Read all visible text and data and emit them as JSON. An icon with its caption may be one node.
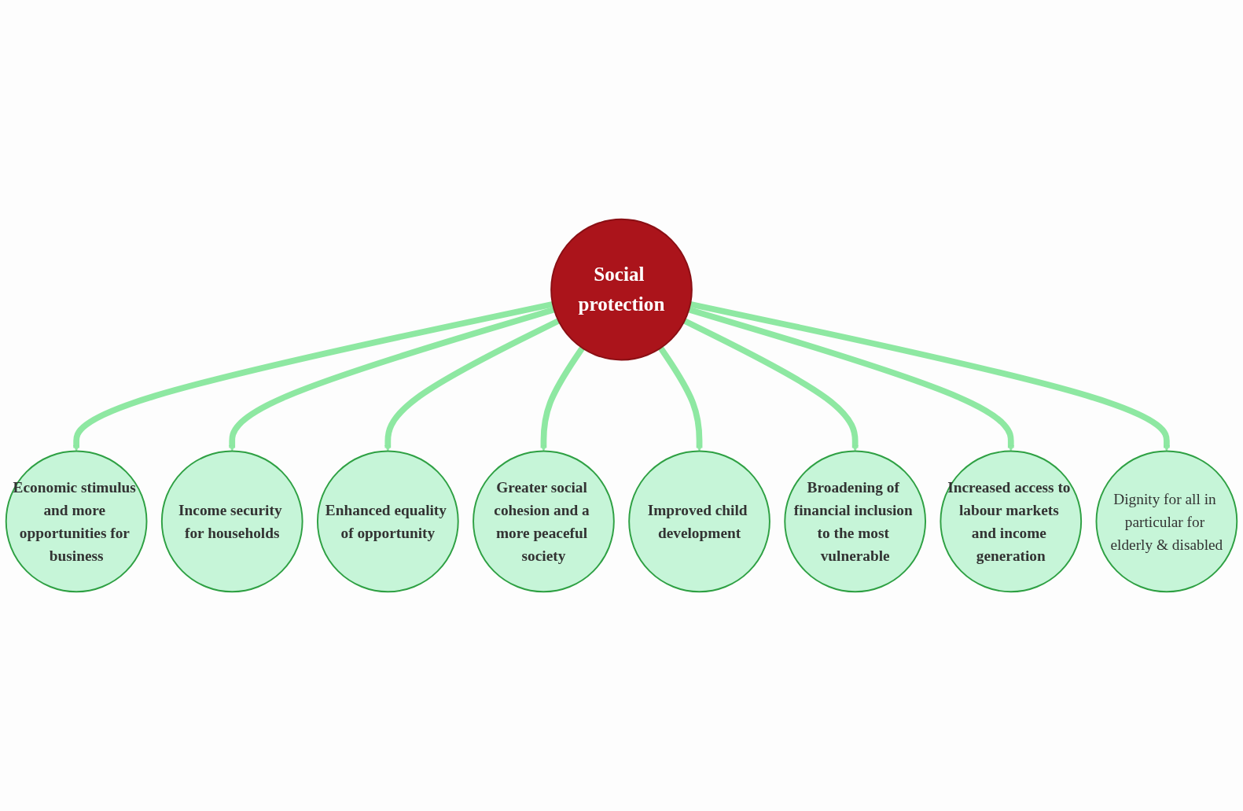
{
  "diagram": {
    "nodes": [
      {
        "text": [
          "Economic stimulus and more opportunities for business"
        ]
      },
      {
        "text": [
          "Income security for households"
        ]
      },
      {
        "text": [
          "Enhanced equality of opportunity"
        ]
      },
      {
        "text": [
          "Greater social cohesion and a more peaceful society"
        ]
      },
      {
        "text": [
          "Social protection"
        ]
      },
      {
        "text": [
          "Improved child development"
        ]
      },
      {
        "text": [
          "Broadening of financial inclusion to the most vulnerable"
        ]
      },
      {
        "text": [
          "Increased access to labour markets and income generation"
        ]
      },
      {
        "text": [
          "Dignity for all in particular for elderly & disabled"
        ]
      }
    ],
    "edges": [
      {
        "from": 4,
        "to": 0,
        "arrow": "to"
      },
      {
        "from": 4,
        "to": 1,
        "arrow": "to"
      },
      {
        "from": 4,
        "to": 2,
        "arrow": "to"
      },
      {
        "from": 4,
        "to": 3,
        "arrow": "to"
      },
      {
        "from": 4,
        "to": 5,
        "arrow": "to"
      },
      {
        "from": 4,
        "to": 6,
        "arrow": "to"
      },
      {
        "from": 4,
        "to": 7,
        "arrow": "to"
      },
      {
        "from": 4,
        "to": 8,
        "arrow": "to"
      }
    ]
  }
}
